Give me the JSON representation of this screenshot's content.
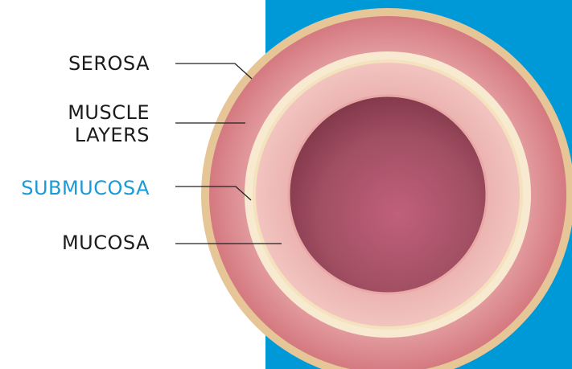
{
  "labels": {
    "serosa": "SEROSA",
    "muscle_line1": "MUSCLE",
    "muscle_line2": "LAYERS",
    "submucosa": "SUBMUCOSA",
    "mucosa": "MUCOSA"
  },
  "colors": {
    "background_panel": "#0099d8",
    "serosa": "#e8c79a",
    "muscle": "#dc8a90",
    "submucosa": "#f6e8c4",
    "mucosa": "#eeb6b2",
    "lumen": "#9c4a5c",
    "label_text": "#1c1c1c",
    "label_highlight": "#1a9ad6"
  }
}
